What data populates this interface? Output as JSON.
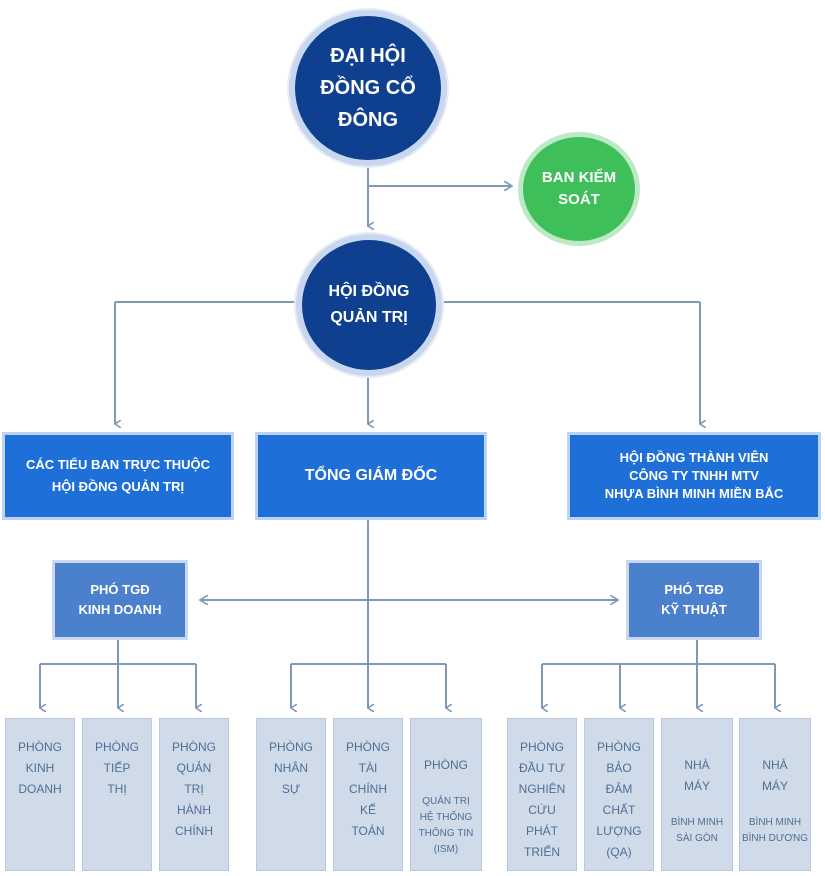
{
  "colors": {
    "navy": "#0f3f8f",
    "green": "#3fbf5a",
    "blue": "#1f6fd8",
    "mid_blue": "#4a80cc",
    "card": "#cfdbe9",
    "card_text": "#4d6f96",
    "line": "#7f99b8"
  },
  "shareholders": "ĐẠI HỘI\nĐỒNG CỔ\nĐÔNG",
  "supervisory_board": "BAN KIỂM\nSOÁT",
  "board_of_directors": "HỘI ĐỒNG\nQUẢN TRỊ",
  "subcommittees": "CÁC TIỂU BAN TRỰC THUỘC\nHỘI ĐỒNG QUẢN TRỊ",
  "ceo": "TỔNG GIÁM ĐỐC",
  "member_council": "HỘI ĐỒNG THÀNH VIÊN\nCÔNG TY TNHH MTV\nNHỰA BÌNH MINH MIỀN BẮC",
  "deputy_business": "PHÓ TGĐ\nKINH DOANH",
  "deputy_technical": "PHÓ TGĐ\nKỸ THUẬT",
  "departments": [
    "PHÒNG\nKINH\nDOANH",
    "PHÒNG\nTIẾP\nTHỊ",
    "PHÒNG\nQUẢN\nTRỊ\nHÀNH\nCHÍNH",
    "PHÒNG\nNHÂN\nSỰ",
    "PHÒNG\nTÀI\nCHÍNH\nKẾ\nTOÁN",
    "PHÒNG",
    "QUẢN TRỊ\nHỆ THỐNG\nTHÔNG TIN\n(ISM)",
    "PHÒNG\nĐẦU TƯ\nNGHIÊN\nCỨU\nPHÁT\nTRIỂN",
    "PHÒNG\nBẢO\nĐẢM\nCHẤT\nLƯỢNG\n(QA)",
    "NHÀ\nMÁY",
    "BÌNH MINH\nSÀI GÒN",
    "NHÀ\nMÁY",
    "BÌNH MINH\nBÌNH DƯƠNG"
  ]
}
